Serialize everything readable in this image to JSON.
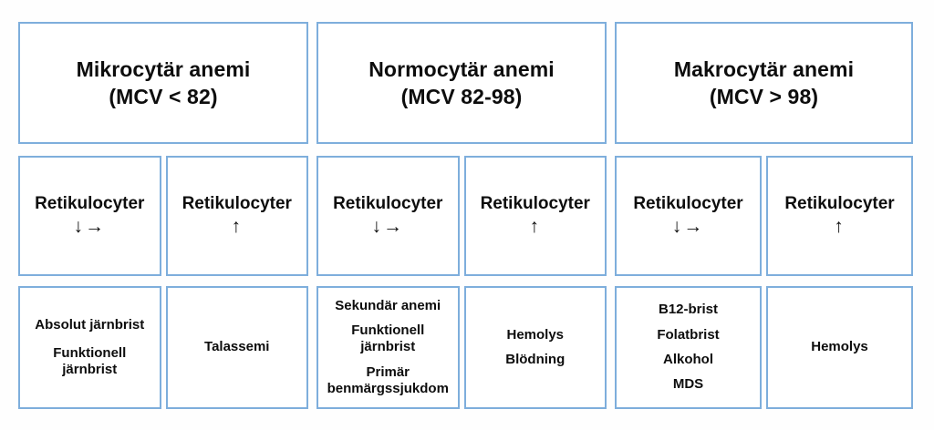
{
  "diagram": {
    "title_row": [
      {
        "name": "mikrocytar",
        "line1": "Mikrocytär anemi",
        "line2": "(MCV < 82)"
      },
      {
        "name": "normocytar",
        "line1": "Normocytär anemi",
        "line2": "(MCV 82-98)"
      },
      {
        "name": "makrocytar",
        "line1": "Makrocytär anemi",
        "line2": "(MCV > 98)"
      }
    ],
    "reticulocyte_row": [
      {
        "label": "Retikulocyter",
        "arrows": "↓→",
        "arrow_names": "down-arrow-icon right-arrow-icon"
      },
      {
        "label": "Retikulocyter",
        "arrows": "↑",
        "arrow_names": "up-arrow-icon"
      },
      {
        "label": "Retikulocyter",
        "arrows": "↓→",
        "arrow_names": "down-arrow-icon right-arrow-icon"
      },
      {
        "label": "Retikulocyter",
        "arrows": "↑",
        "arrow_names": "up-arrow-icon"
      },
      {
        "label": "Retikulocyter",
        "arrows": "↓→",
        "arrow_names": "down-arrow-icon right-arrow-icon"
      },
      {
        "label": "Retikulocyter",
        "arrows": "↑",
        "arrow_names": "up-arrow-icon"
      }
    ],
    "diagnosis_row": [
      {
        "items": [
          "Absolut järnbrist",
          "Funktionell järnbrist"
        ]
      },
      {
        "items": [
          "Talassemi"
        ]
      },
      {
        "items": [
          "Sekundär anemi",
          "Funktionell järnbrist",
          "Primär benmärgssjukdom"
        ]
      },
      {
        "items": [
          "Hemolys",
          "Blödning"
        ]
      },
      {
        "items": [
          "B12-brist",
          "Folatbrist",
          "Alkohol",
          "MDS"
        ]
      },
      {
        "items": [
          "Hemolys"
        ]
      }
    ],
    "colors": {
      "border": "#7eaedc",
      "text": "#0d0d0d",
      "background": "#ffffff"
    }
  }
}
